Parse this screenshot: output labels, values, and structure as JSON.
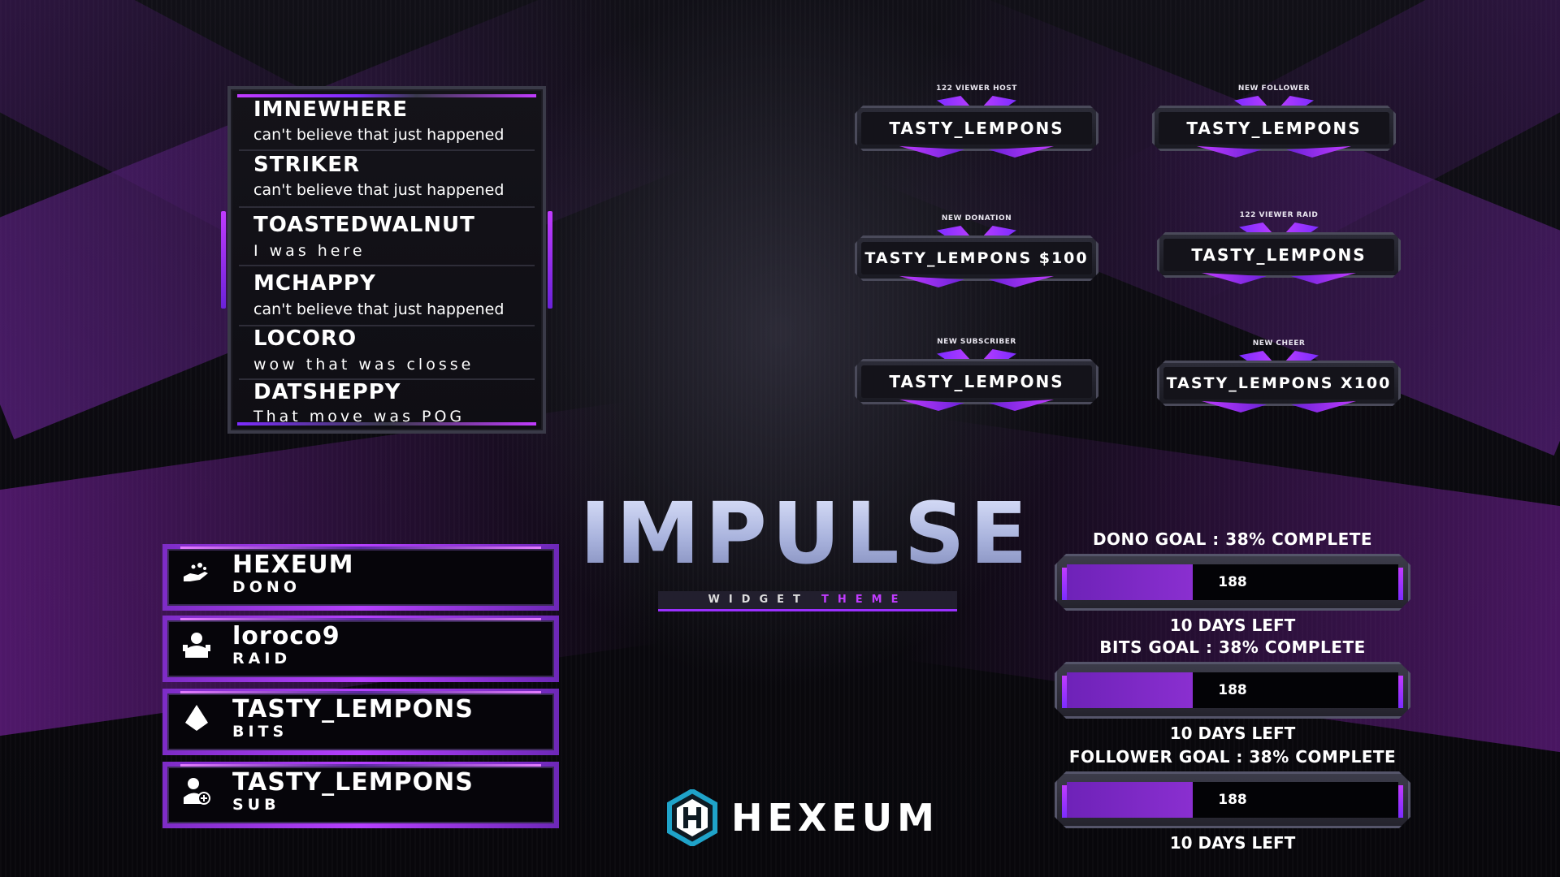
{
  "chat": {
    "messages": [
      {
        "user": "IMNEWHERE",
        "text": "can't believe that just happened"
      },
      {
        "user": "STRIKER",
        "text": "can't believe that just happened"
      },
      {
        "user": "TOASTEDWALNUT",
        "text": "I was here"
      },
      {
        "user": "MCHAPPY",
        "text": "can't believe that just happened"
      },
      {
        "user": "LOCORO",
        "text": "wow that was closse"
      },
      {
        "user": "DATSHEPPY",
        "text": "That move was POG"
      }
    ]
  },
  "alerts": [
    {
      "caption": "122 VIEWER HOST",
      "name": "TASTY_LEMPONS"
    },
    {
      "caption": "NEW FOLLOWER",
      "name": "TASTY_LEMPONS"
    },
    {
      "caption": "NEW DONATION",
      "name": "TASTY_LEMPONS $100"
    },
    {
      "caption": "122 VIEWER RAID",
      "name": "TASTY_LEMPONS"
    },
    {
      "caption": "NEW SUBSCRIBER",
      "name": "TASTY_LEMPONS"
    },
    {
      "caption": "NEW CHEER",
      "name": "TASTY_LEMPONS X100"
    }
  ],
  "events": [
    {
      "icon": "donation-hand-icon",
      "name": "HEXEUM",
      "type": "DONO"
    },
    {
      "icon": "raid-user-icon",
      "name": "loroco9",
      "type": "RAID"
    },
    {
      "icon": "bits-gem-icon",
      "name": "TASTY_LEMPONS",
      "type": "BITS"
    },
    {
      "icon": "subscriber-add-icon",
      "name": "TASTY_LEMPONS",
      "type": "SUB"
    }
  ],
  "title": {
    "main": "IMPULSE",
    "sub_word1": "WIDGET",
    "sub_word2": "THEME"
  },
  "brand": {
    "name": "HEXEUM"
  },
  "goals": [
    {
      "label": "DONO GOAL : 38% COMPLETE",
      "value": "188",
      "progress": 0.38,
      "footer": "10 DAYS LEFT"
    },
    {
      "label": "BITS GOAL : 38% COMPLETE",
      "value": "188",
      "progress": 0.38,
      "footer": "10 DAYS LEFT"
    },
    {
      "label": "FOLLOWER GOAL : 38% COMPLETE",
      "value": "188",
      "progress": 0.38,
      "footer": "10 DAYS LEFT"
    }
  ],
  "colors": {
    "accent": "#b640ff",
    "accent_dark": "#6e22b8",
    "title": "#b9c3e8",
    "hex_logo": "#1fa3c9"
  }
}
